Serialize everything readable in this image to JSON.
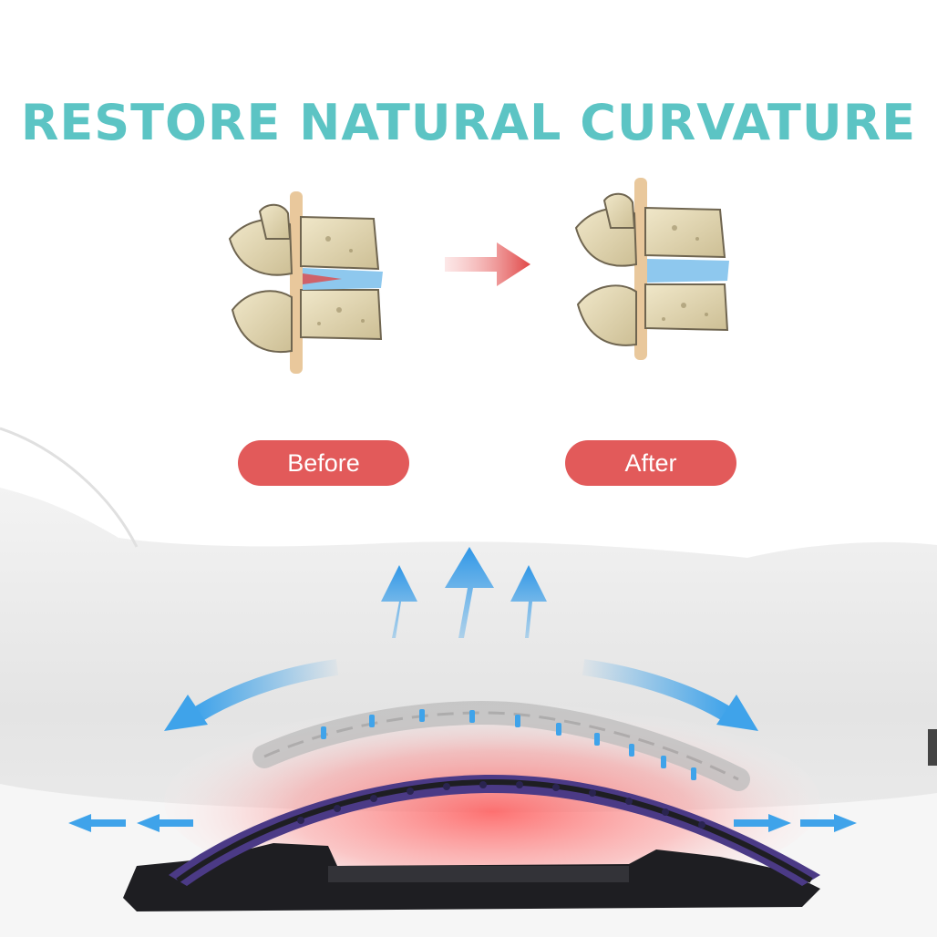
{
  "headline": "RESTORE NATURAL CURVATURE",
  "labels": {
    "before": "Before",
    "after": "After"
  },
  "colors": {
    "headline": "#5cc4c4",
    "pill": "#e25a5a",
    "arrow_blue": "#3fa3ea",
    "arrow_red": "#e04848",
    "bone": "#e2d7b4",
    "disc": "#8ec8ee",
    "stretcher_purple": "#4b3a86",
    "stretcher_black": "#1e1e22"
  },
  "icons": {
    "before_spine": "spine-vertebrae-compressed-icon",
    "after_spine": "spine-vertebrae-healthy-icon",
    "transition_arrow": "right-arrow-icon",
    "up_arrows": "up-arrow-icon",
    "curved_arrows": "curved-arrow-icon",
    "side_arrows": "left-right-arrow-icon"
  }
}
